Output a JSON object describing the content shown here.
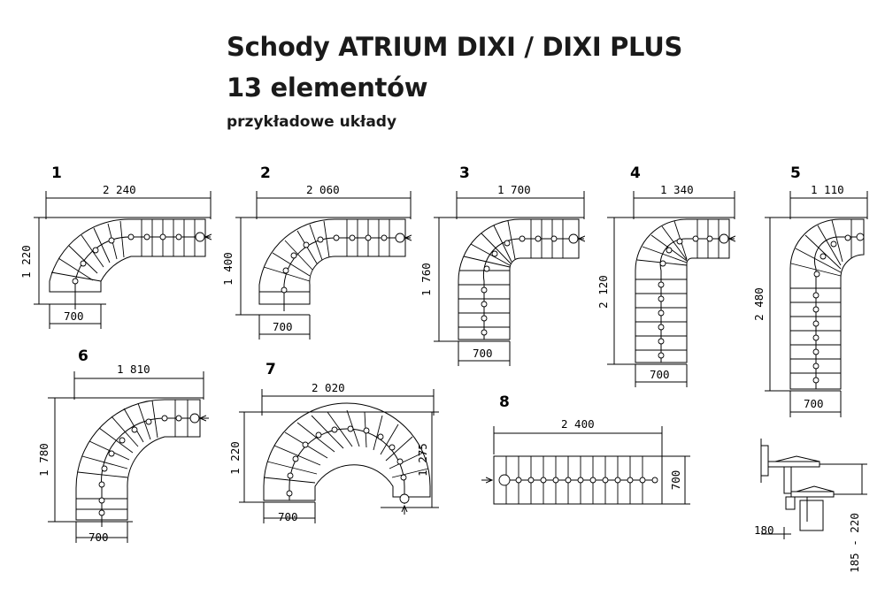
{
  "header": {
    "title_line1": "Schody ATRIUM DIXI / DIXI PLUS",
    "title_line2": "13 elementów",
    "subtitle": "przykładowe układy"
  },
  "layouts": [
    {
      "number": "1",
      "width": "2 240",
      "height": "1 220",
      "width2": "700"
    },
    {
      "number": "2",
      "width": "2 060",
      "height": "1 400",
      "width2": "700"
    },
    {
      "number": "3",
      "width": "1 700",
      "height": "1 760",
      "width2": "700"
    },
    {
      "number": "4",
      "width": "1 340",
      "height": "2 120",
      "width2": "700"
    },
    {
      "number": "5",
      "width": "1 110",
      "height": "2 480",
      "width2": "700"
    },
    {
      "number": "6",
      "width": "1 810",
      "height": "1 780",
      "width2": "700"
    },
    {
      "number": "7",
      "width": "2 020",
      "height": "1 220",
      "height_right": "1 275",
      "width2": "700"
    },
    {
      "number": "8",
      "width": "2 400",
      "height_right": "700"
    }
  ],
  "detail": {
    "dim_horizontal": "180",
    "dim_vertical": "185 - 220"
  }
}
